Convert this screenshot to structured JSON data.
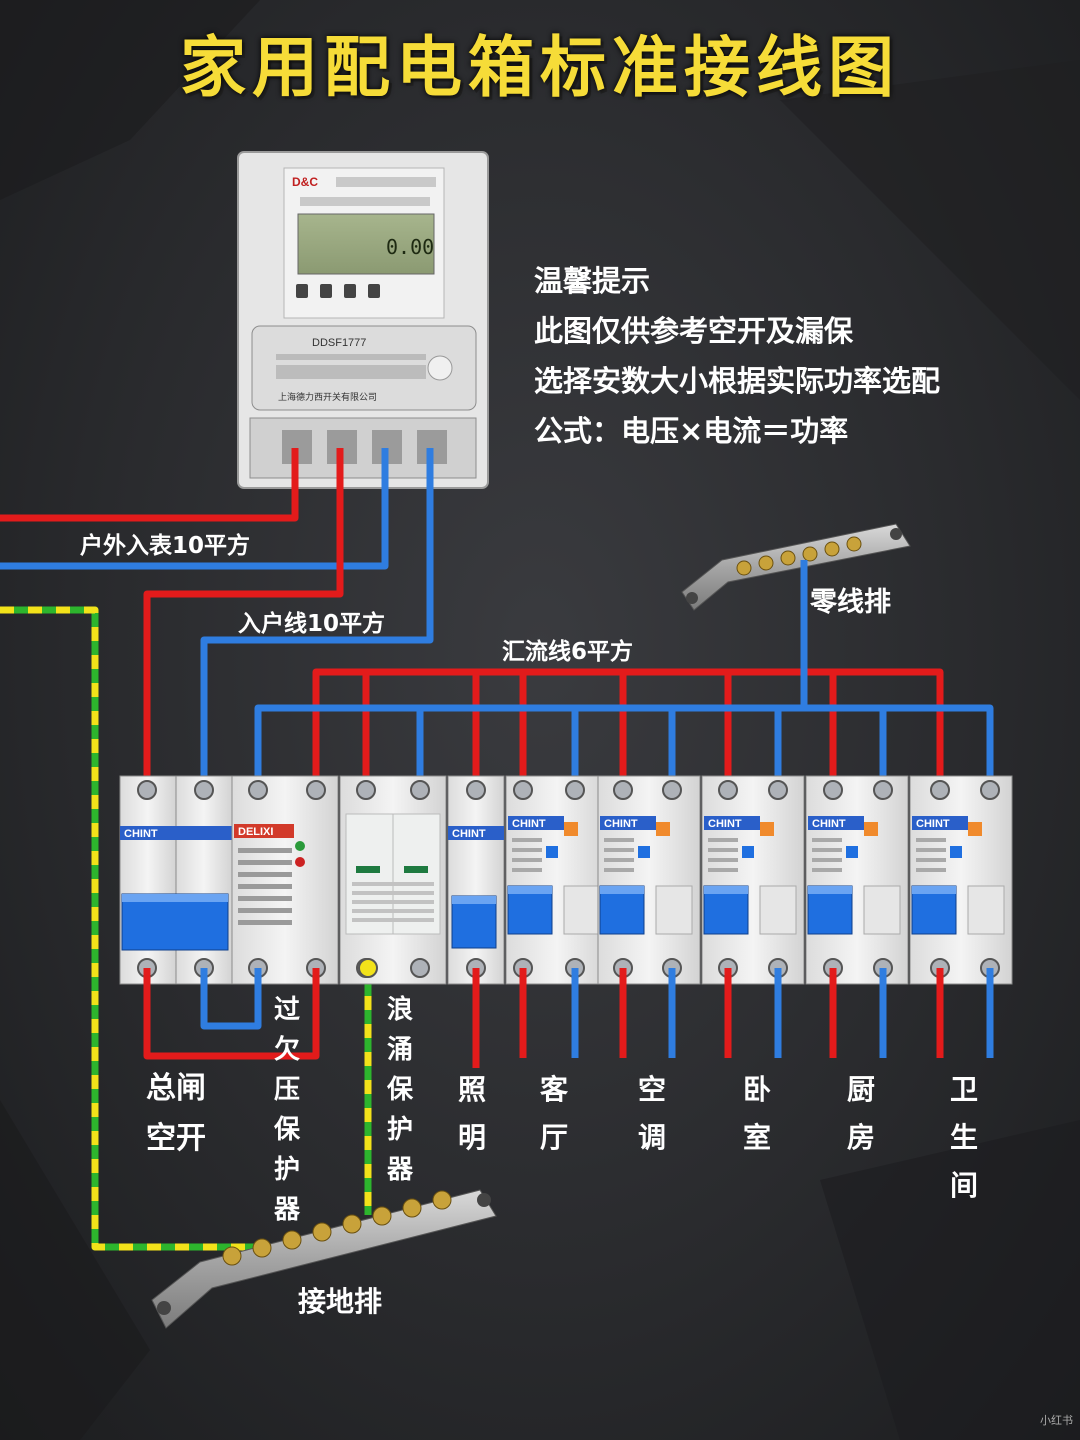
{
  "title": "家用配电箱标准接线图",
  "tips": {
    "heading": "温馨提示",
    "line1": "此图仅供参考空开及漏保",
    "line2": "选择安数大小根据实际功率选配",
    "line3": "公式：电压×电流＝功率"
  },
  "wire_labels": {
    "outdoor_meter": "户外入表10平方",
    "home_entry": "入户线10平方",
    "busbar": "汇流线6平方",
    "neutral_bar": "零线排",
    "ground_bar": "接地排"
  },
  "meter": {
    "brand": "D&C",
    "display": "0.00",
    "model": "DDSF1777",
    "maker": "上海德力西开关有限公司"
  },
  "breakers": {
    "main": {
      "brand": "CHINT",
      "label": "总闸空开"
    },
    "overvoltage": {
      "brand": "DELIXI",
      "label": "过欠压保护器"
    },
    "surge": {
      "label": "浪涌保护器"
    },
    "lighting": {
      "brand": "CHINT",
      "label": "照明"
    },
    "rcbo_brand": "CHINT",
    "circuits": [
      "客厅",
      "空调",
      "卧室",
      "厨房",
      "卫生间"
    ]
  },
  "colors": {
    "title": "#f6dc38",
    "live": "#e31b1b",
    "neutral": "#2f7de0",
    "earth_yellow": "#f2e21a",
    "earth_green": "#2db52d",
    "switch_blue": "#1f6fe0",
    "test_orange": "#f08a2c"
  },
  "watermark": "小红书"
}
